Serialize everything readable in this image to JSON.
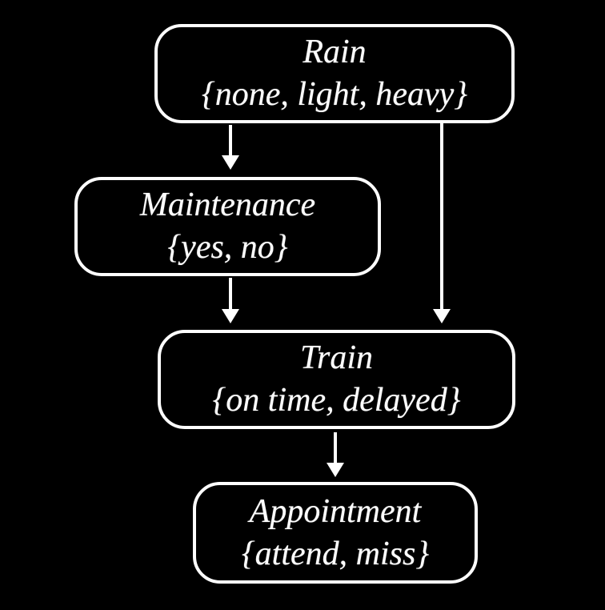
{
  "diagram": {
    "type": "bayesian-network",
    "nodes": {
      "rain": {
        "label": "Rain",
        "domain": "{none, light, heavy}"
      },
      "maintenance": {
        "label": "Maintenance",
        "domain": "{yes, no}"
      },
      "train": {
        "label": "Train",
        "domain": "{on time, delayed}"
      },
      "appointment": {
        "label": "Appointment",
        "domain": "{attend, miss}"
      }
    },
    "edges": [
      {
        "from": "Rain",
        "to": "Maintenance"
      },
      {
        "from": "Rain",
        "to": "Train"
      },
      {
        "from": "Maintenance",
        "to": "Train"
      },
      {
        "from": "Train",
        "to": "Appointment"
      }
    ],
    "colors": {
      "background": "#000000",
      "node_border": "#ffffff",
      "node_fill": "#000000",
      "text": "#ffffff",
      "arrow": "#ffffff"
    }
  }
}
